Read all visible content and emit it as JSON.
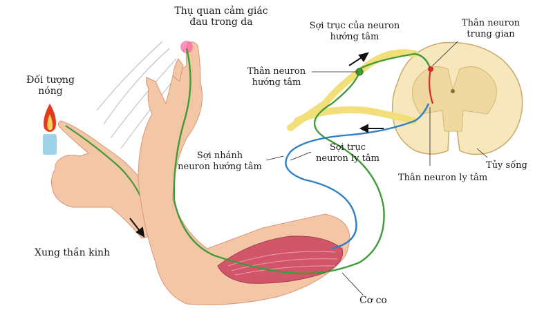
{
  "labels": {
    "pain_receptor_l1": "Thụ quan cảm giác",
    "pain_receptor_l2": "đau trong da",
    "hot_object_l1": "Đối tượng",
    "hot_object_l2": "nóng",
    "sensory_axon_l1": "Sợi trục của neuron",
    "sensory_axon_l2": "hướng tâm",
    "interneuron_l1": "Thân neuron",
    "interneuron_l2": "trung gian",
    "sensory_body_l1": "Thân neuron",
    "sensory_body_l2": "hướng tâm",
    "motor_axon_l1": "Sợi trục",
    "motor_axon_l2": "neuron ly tâm",
    "dendrite_l1": "Sợi nhánh",
    "dendrite_l2": "neuron hướng tâm",
    "spinal_cord": "Tủy sống",
    "motor_body": "Thân neuron ly tâm",
    "nerve_impulse": "Xung thần kinh",
    "muscle": "Cơ co"
  },
  "colors": {
    "skin": "#f3c6a5",
    "skin_shadow": "#d9957a",
    "sensory_nerve": "#3f9b3a",
    "motor_nerve": "#2f7fc4",
    "nerve_sheath": "#f2df7a",
    "spinal_white": "#f6e7bd",
    "spinal_grey": "#efd9a0",
    "muscle": "#d2566a",
    "flame": "#e23b20",
    "candle": "#9ed3ea"
  }
}
